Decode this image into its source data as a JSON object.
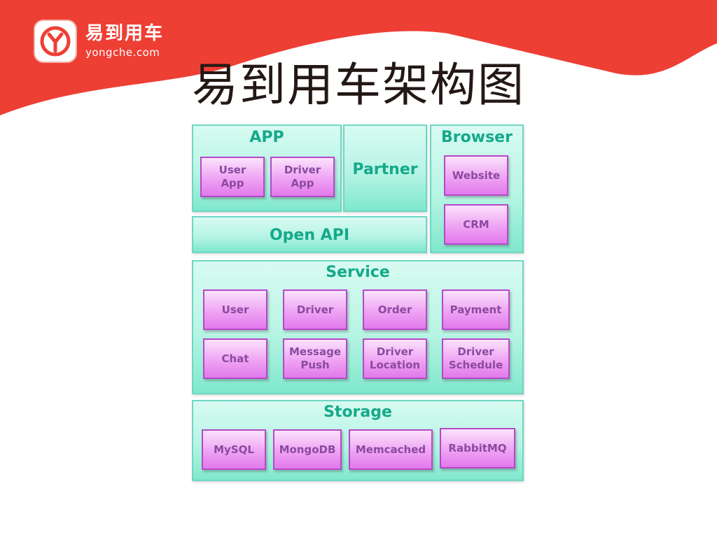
{
  "brand": {
    "name_cn": "易到用车",
    "domain": "yongche.com",
    "red": "#ee3f35"
  },
  "title": "易到用车架构图",
  "diagram": {
    "app": {
      "title": "APP",
      "items": [
        "User\nApp",
        "Driver\nApp"
      ]
    },
    "partner": {
      "title": "Partner"
    },
    "browser": {
      "title": "Browser",
      "items": [
        "Website",
        "CRM"
      ]
    },
    "open_api": {
      "title": "Open API"
    },
    "service": {
      "title": "Service",
      "items": [
        "User",
        "Driver",
        "Order",
        "Payment",
        "Chat",
        "Message\nPush",
        "Driver\nLocation",
        "Driver\nSchedule"
      ]
    },
    "storage": {
      "title": "Storage",
      "items": [
        "MySQL",
        "MongoDB",
        "Memcached",
        "RabbitMQ"
      ]
    },
    "colors": {
      "panel_border": "#6fd6c3",
      "panel_title": "#14a98a",
      "box_border": "#b548c8",
      "box_text": "#8a4aa0"
    }
  }
}
